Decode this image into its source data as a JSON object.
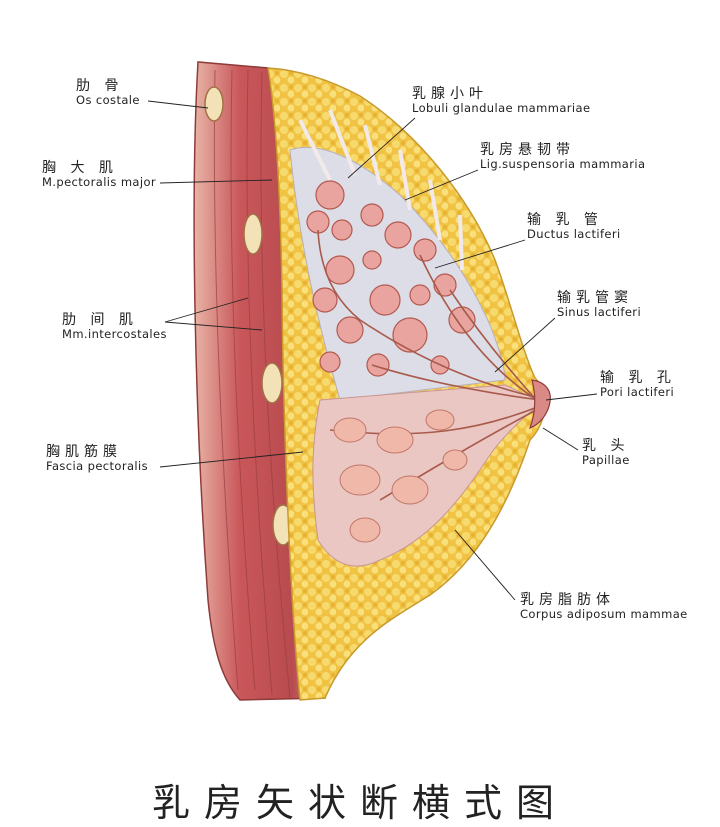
{
  "title": "乳房矢状断横式图",
  "labels": {
    "os_costale": {
      "zh": "肋   骨",
      "la": "Os  costale"
    },
    "pectoralis_major": {
      "zh": "胸 大 肌",
      "la": "M.pectoralis  major"
    },
    "intercostales": {
      "zh": "肋 间 肌",
      "la": "Mm.intercostales"
    },
    "fascia": {
      "zh": "胸肌筋膜",
      "la": "Fascia  pectoralis"
    },
    "lobuli": {
      "zh": "乳腺小叶",
      "la": "Lobuli  glandulae  mammariae"
    },
    "lig": {
      "zh": "乳房悬韧带",
      "la": "Lig.suspensoria  mammaria"
    },
    "ductus": {
      "zh": "输 乳 管",
      "la": "Ductus  lactiferi"
    },
    "sinus": {
      "zh": "输乳管窦",
      "la": "Sinus  lactiferi"
    },
    "pori": {
      "zh": "输 乳 孔",
      "la": "Pori  lactiferi"
    },
    "papillae": {
      "zh": "乳   头",
      "la": "Papillae"
    },
    "corpus": {
      "zh": "乳房脂肪体",
      "la": "Corpus  adiposum  mammae"
    }
  },
  "colors": {
    "muscle": "#c95c5e",
    "muscle_light": "#e9a3a0",
    "fat": "#f1c94a",
    "gland": "#e6a9a6",
    "gland_dark": "#b7574f",
    "stroma": "#eddcd8",
    "duct": "#a85a4c"
  }
}
